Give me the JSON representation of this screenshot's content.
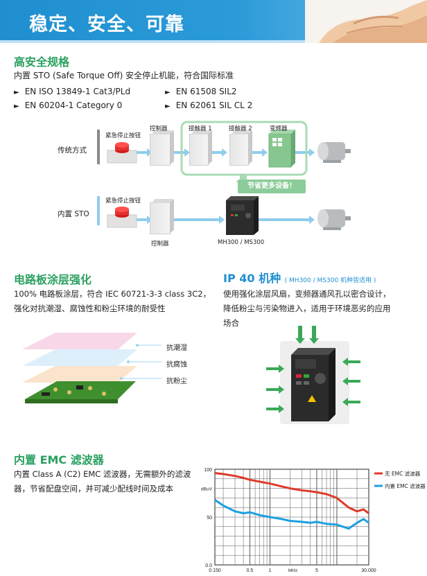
{
  "header": {
    "title": "稳定、安全、可靠"
  },
  "sto": {
    "title": "高安全规格",
    "intro": "内置 STO (Safe Torque Off) 安全停止机能，符合国际标准",
    "standards": [
      "EN ISO 13849-1 Cat3/PLd",
      "EN 61508 SIL2",
      "EN 60204-1 Category 0",
      "EN 62061 SIL CL 2"
    ],
    "bullet_symbol": "►",
    "traditional_label": "传统方式",
    "builtin_label": "内置 STO",
    "estop_label": "紧急停止按钮",
    "controller_label": "控制器",
    "contactor1_label": "接触器 1",
    "contactor2_label": "接触器 2",
    "inverter_label": "变频器",
    "saving_badge": "节省更多设备！",
    "drive_label": "MH300 / MS300"
  },
  "coating": {
    "title": "电路板涂层强化",
    "text_line1": "100% 电路板涂层，符合 IEC 60721-3-3 class 3C2，",
    "text_line2": "强化对抗潮湿、腐蚀性和粉尘环境的耐受性",
    "layers": [
      "抗潮湿",
      "抗腐蚀",
      "抗粉尘"
    ]
  },
  "ip40": {
    "title_main": "IP 40 机种",
    "title_note": "( MH300 / MS300 机种皆适用 )",
    "text_line1": "使用强化涂层风扇，变频器通风孔以密合设计，",
    "text_line2": "降低粉尘与污染物进入，适用于环境恶劣的应用",
    "text_line3": "场合"
  },
  "emc": {
    "title": "内置 EMC 滤波器",
    "text_line1": "内置 Class A (C2) EMC 滤波器，无需额外的滤波",
    "text_line2": "器，节省配盘空间，并可减少配线时间及成本"
  },
  "colors": {
    "brand_blue": "#1f8fd0",
    "section_green": "#2aa060",
    "ip_blue": "#1f8fd0",
    "arrow_blue": "#8fcdee",
    "saving_green": "#8ccc9a",
    "series_red": "#e03a2a",
    "series_blue": "#1aa0e0"
  },
  "chart_data": {
    "type": "line",
    "ylabel": "dBuV",
    "xlabel": "MHz",
    "x_scale": "log",
    "xlim": [
      0.15,
      30
    ],
    "ylim": [
      0,
      100
    ],
    "x_ticks": [
      "0.150",
      "0.5",
      "1",
      "5",
      "30.000"
    ],
    "y_ticks": [
      "100",
      "50",
      "0.0"
    ],
    "grid": true,
    "legend_position": "top-right",
    "series": [
      {
        "name": "无 EMC 滤波器",
        "color": "#e03a2a",
        "x": [
          0.15,
          0.2,
          0.3,
          0.4,
          0.5,
          0.7,
          1.0,
          1.5,
          2.0,
          3.0,
          4.0,
          5.0,
          7.0,
          10.0,
          15.0,
          20.0,
          25.0,
          30.0
        ],
        "y": [
          96,
          95,
          93,
          91,
          89,
          87,
          85,
          82,
          80,
          78,
          77,
          76,
          74,
          70,
          60,
          56,
          58,
          54
        ]
      },
      {
        "name": "内置 EMC 滤波器",
        "color": "#1aa0e0",
        "x": [
          0.15,
          0.2,
          0.3,
          0.4,
          0.5,
          0.7,
          1.0,
          1.5,
          2.0,
          3.0,
          4.0,
          5.0,
          7.0,
          10.0,
          15.0,
          20.0,
          25.0,
          30.0
        ],
        "y": [
          68,
          62,
          56,
          54,
          55,
          52,
          50,
          48,
          46,
          45,
          44,
          45,
          43,
          42,
          38,
          44,
          48,
          44
        ]
      }
    ]
  }
}
